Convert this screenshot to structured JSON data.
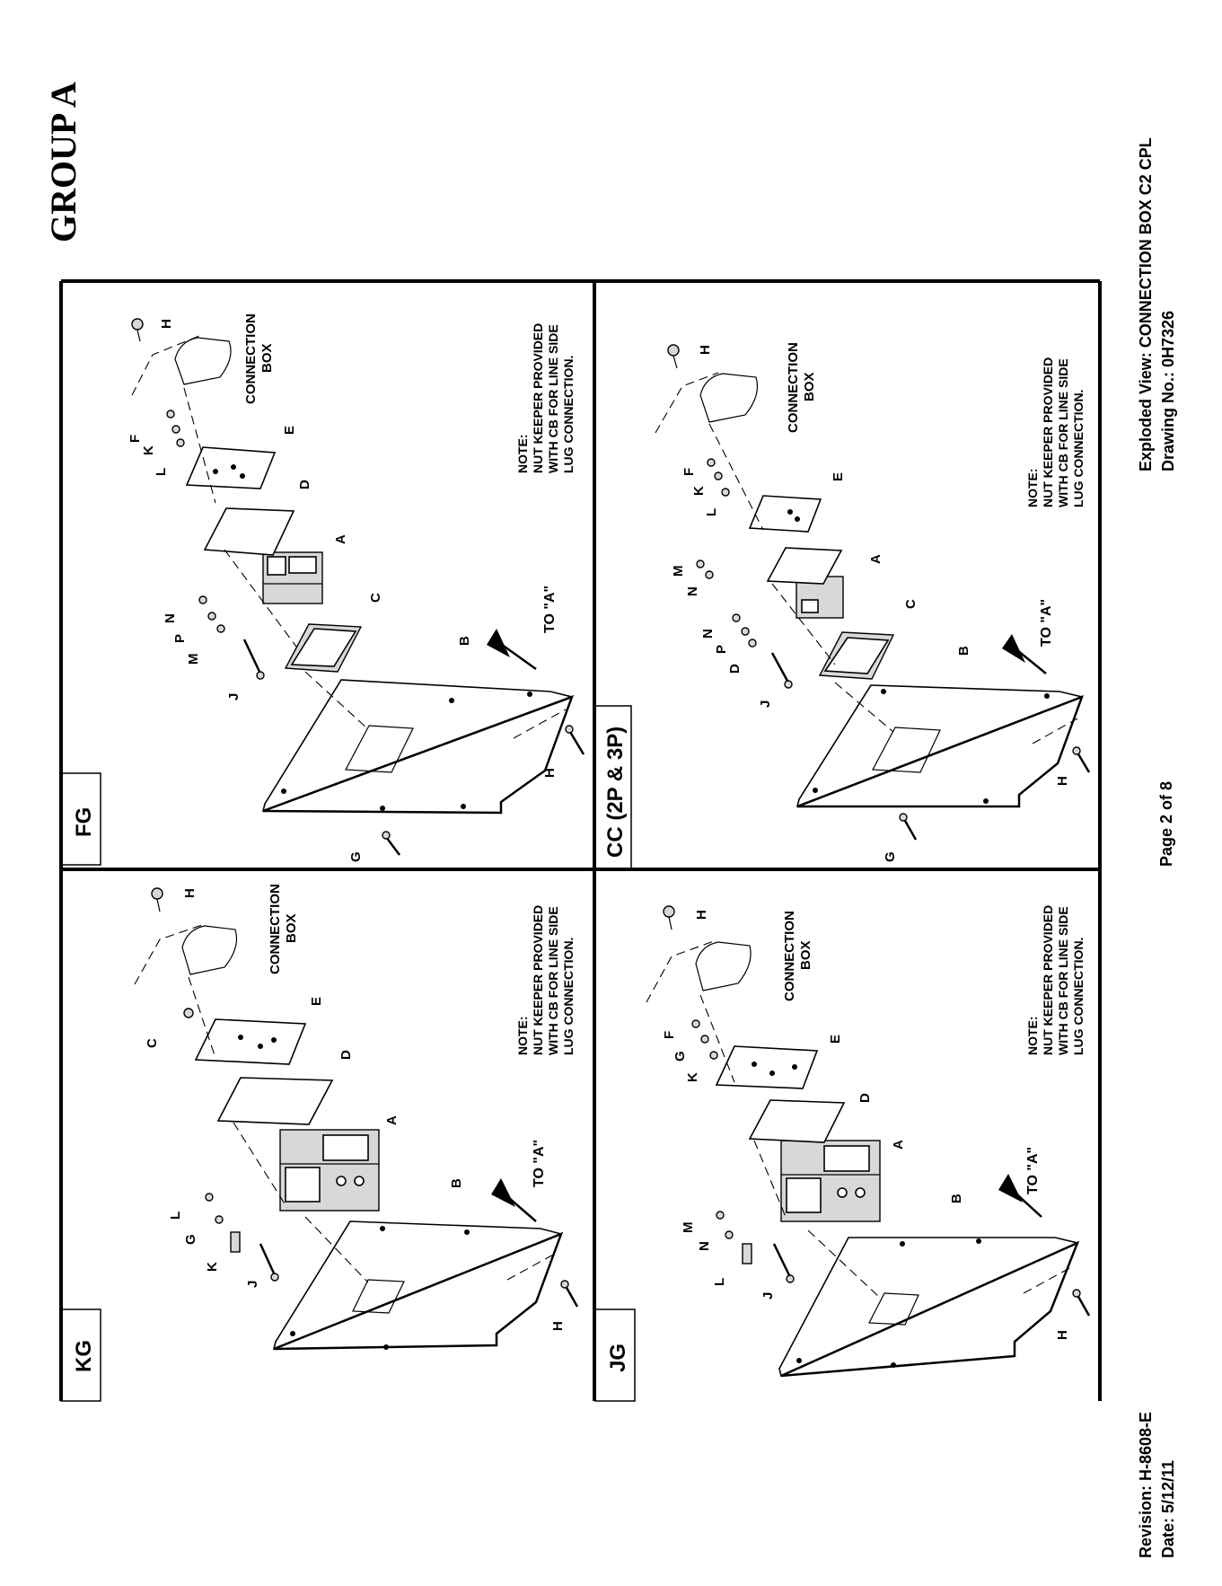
{
  "page": {
    "group_title": "GROUP A",
    "exploded_view": "Exploded View: CONNECTION BOX C2 CPL",
    "drawing_no": "Drawing No.: 0H7326",
    "page_number": "Page 2 of 8",
    "revision": "Revision: H-8608-E",
    "date": "Date: 5/12/11"
  },
  "common": {
    "connection": "CONNECTION",
    "box": "BOX",
    "to_a": "TO \"A\"",
    "note_lines": [
      "NOTE:",
      "NUT KEEPER PROVIDED",
      "WITH CB FOR LINE SIDE",
      "LUG CONNECTION."
    ]
  },
  "panels": {
    "fg": {
      "name": "FG",
      "labels": {
        "h_top": "H",
        "f": "F",
        "k": "K",
        "l": "L",
        "e": "E",
        "d": "D",
        "a": "A",
        "n": "N",
        "p": "P",
        "m": "M",
        "j": "J",
        "c": "C",
        "b": "B",
        "g": "G",
        "h_bot": "H"
      }
    },
    "cc": {
      "name": "CC (2P & 3P)",
      "labels": {
        "h_top": "H",
        "f": "F",
        "k": "K",
        "l": "L",
        "e": "E",
        "a": "A",
        "m": "M",
        "n1": "N",
        "n2": "N",
        "p": "P",
        "d_small": "D",
        "j": "J",
        "c": "C",
        "b": "B",
        "g": "G",
        "h_bot": "H"
      }
    },
    "kg": {
      "name": "KG",
      "labels": {
        "h_top": "H",
        "c": "C",
        "e": "E",
        "d": "D",
        "a": "A",
        "l": "L",
        "g": "G",
        "k": "K",
        "j": "J",
        "b": "B",
        "h_bot": "H"
      }
    },
    "jg": {
      "name": "JG",
      "labels": {
        "h_top": "H",
        "f": "F",
        "g": "G",
        "k": "K",
        "e": "E",
        "d": "D",
        "a": "A",
        "m": "M",
        "n": "N",
        "l": "L",
        "j": "J",
        "b": "B",
        "h_bot": "H"
      }
    }
  }
}
